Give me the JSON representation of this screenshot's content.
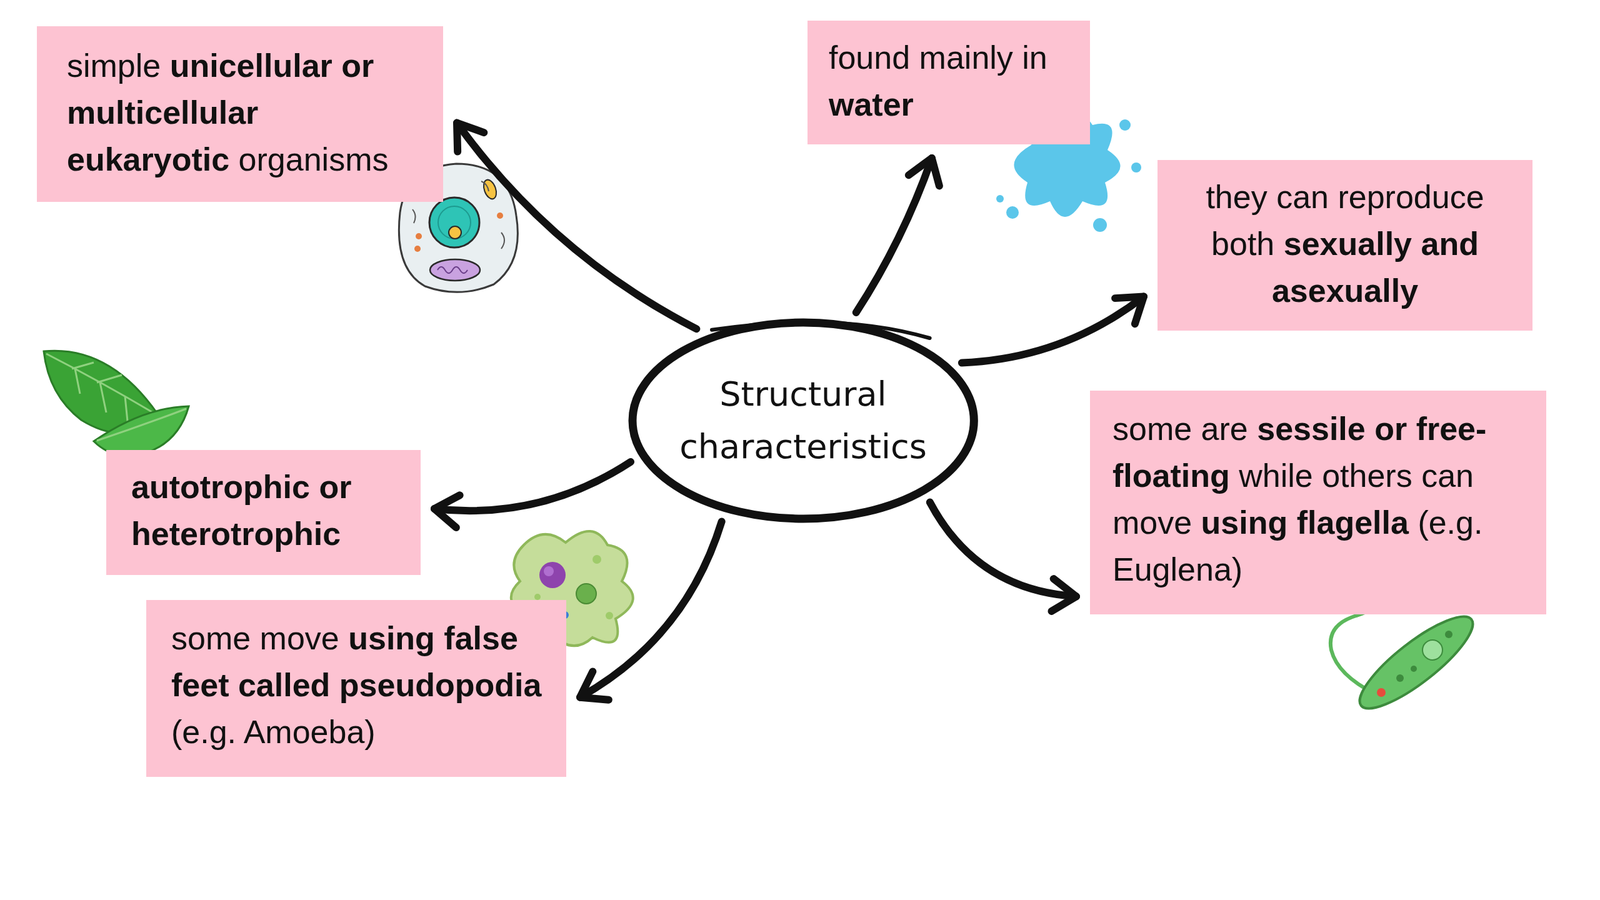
{
  "diagram": {
    "nodes": [
      {
        "text": [
          "Structural characteristics"
        ]
      },
      {
        "text": [
          "simple unicellular or multicellular eukaryotic organisms"
        ]
      },
      {
        "text": [
          "found mainly in water"
        ]
      },
      {
        "text": [
          "they can reproduce both sexually and asexually"
        ]
      },
      {
        "text": [
          "autotrophic or heterotrophic"
        ]
      },
      {
        "text": [
          "some are sessile or free-floating while others can move using flagella (e.g. Euglena)"
        ]
      },
      {
        "text": [
          "some move using false feet called pseudopodia (e.g. Amoeba)"
        ]
      }
    ],
    "edges": [
      {
        "from": 0,
        "to": 1,
        "arrow": "to"
      },
      {
        "from": 0,
        "to": 2,
        "arrow": "to"
      },
      {
        "from": 0,
        "to": 3,
        "arrow": "to"
      },
      {
        "from": 0,
        "to": 4,
        "arrow": "to"
      },
      {
        "from": 0,
        "to": 5,
        "arrow": "to"
      },
      {
        "from": 0,
        "to": 6,
        "arrow": "to"
      }
    ]
  }
}
